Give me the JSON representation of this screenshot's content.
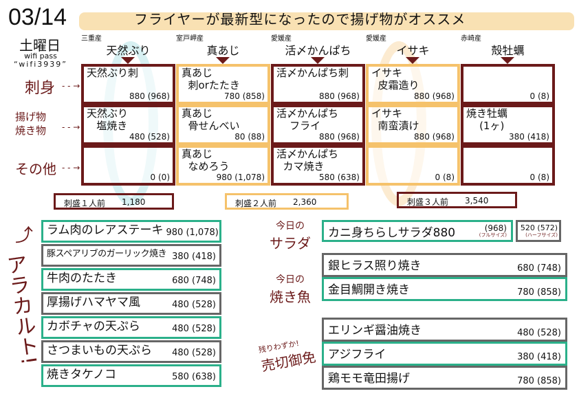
{
  "header": {
    "date": "03/14",
    "weekday": "土曜日",
    "wifi_label": "wifi pass",
    "wifi_pass": "“wifi3939”",
    "headline": "フライヤーが最新型になったので揚げ物がオススメ"
  },
  "fish": [
    {
      "origin": "三重産",
      "name": "天然ぶり"
    },
    {
      "origin": "室戸岬産",
      "name": "真あじ"
    },
    {
      "origin": "愛媛産",
      "name": "活〆かんぱち"
    },
    {
      "origin": "愛媛産",
      "name": "イサキ"
    },
    {
      "origin": "赤崎産",
      "name": "殻牡蠣"
    }
  ],
  "rows": [
    "刺身",
    "揚げ物\n焼き物",
    "その他"
  ],
  "grid": [
    [
      {
        "name": "天然ぶり刺",
        "price": "880 (968)"
      },
      {
        "name": "真あじ\n  刺orたたき",
        "price": "780 (858)"
      },
      {
        "name": "活〆かんぱち刺",
        "price": "880 (968)"
      },
      {
        "name": "イサキ\n  皮霜造り",
        "price": "880 (968)"
      },
      {
        "name": "",
        "price": "0 (8)"
      }
    ],
    [
      {
        "name": "天然ぶり\n   塩焼き",
        "price": "480 (528)"
      },
      {
        "name": "真あじ\n  骨せんべい",
        "price": "80 (88)"
      },
      {
        "name": "活〆かんぱち\n    フライ",
        "price": "880 (968)"
      },
      {
        "name": "イサキ\n  南蛮漬け",
        "price": "880 (968)"
      },
      {
        "name": "焼き牡蠣\n    (1ヶ)",
        "price": "380 (418)"
      }
    ],
    [
      {
        "name": "",
        "price": "0 (0)"
      },
      {
        "name": "真あじ\n  なめろう",
        "price": "980 (1,078)"
      },
      {
        "name": "活〆かんぱち\n  カマ焼き",
        "price": "580 (638)"
      },
      {
        "name": "",
        "price": "0 (8)"
      },
      {
        "name": "",
        "price": "0 (8)"
      }
    ]
  ],
  "sets": [
    {
      "name": "刺盛１人前",
      "price": "1,180"
    },
    {
      "name": "刺盛２人前",
      "price": "2,360"
    },
    {
      "name": "刺盛３人前",
      "price": "3,540"
    }
  ],
  "alacarte": {
    "label": "アラカルト!",
    "items": [
      {
        "name": "ラム肉のレアステーキ",
        "price": "980 (1,078)"
      },
      {
        "name": "豚スペアリブのガーリック焼き",
        "price": "380 (418)"
      },
      {
        "name": "牛肉のたたき",
        "price": "680 (748)"
      },
      {
        "name": "厚揚げハマヤマ風",
        "price": "480 (528)"
      },
      {
        "name": "カボチャの天ぷら",
        "price": "480 (528)"
      },
      {
        "name": "さつまいもの天ぷら",
        "price": "480 (528)"
      },
      {
        "name": "焼きタケノコ",
        "price": "580 (638)"
      }
    ]
  },
  "salad": {
    "label1": "今日の",
    "label2": "サラダ",
    "name": "カニ身ちらしサラダ880",
    "full_price": "(968)",
    "full_note": "(フルサイズ)",
    "half_price": "520 (572)",
    "half_note": "(ハーフサイズ)"
  },
  "grill": {
    "label1": "今日の",
    "label2": "焼き魚",
    "items": [
      {
        "name": "銀ヒラス照り焼き",
        "price": "680 (748)"
      },
      {
        "name": "金目鯛開き焼き",
        "price": "780 (858)"
      }
    ]
  },
  "soldout": {
    "label1": "残りわずか!",
    "label2": "売切御免",
    "items": [
      {
        "name": "エリンギ醤油焼き",
        "price": "480 (528)"
      },
      {
        "name": "アジフライ",
        "price": "380 (418)"
      },
      {
        "name": "鶏モモ竜田揚げ",
        "price": "780 (858)"
      }
    ]
  }
}
